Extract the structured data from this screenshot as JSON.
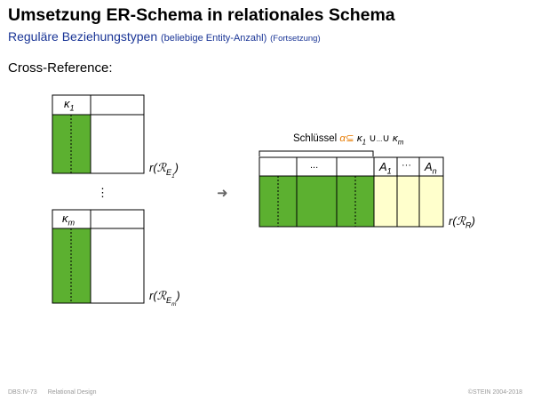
{
  "title": "Umsetzung ER-Schema in relationales Schema",
  "subtitle": {
    "main": "Reguläre Beziehungstypen",
    "paren": "(beliebige Entity-Anzahl)",
    "cont": "(Fortsetzung)"
  },
  "section_label": "Cross-Reference:",
  "left_tables": [
    {
      "header": "κ",
      "header_sub": "1",
      "rel": "r(ℛ",
      "rel_sub": "E",
      "rel_subsub": "1",
      "rel_close": ")"
    },
    {
      "header": "κ",
      "header_sub": "m",
      "rel": "r(ℛ",
      "rel_sub": "E",
      "rel_subsub": "m",
      "rel_close": ")"
    }
  ],
  "vertical_dots": "⋮",
  "arrow": "➜",
  "key_label": {
    "text": "Schlüssel",
    "alpha": "α",
    "subset": "⊆",
    "kappa1": "κ",
    "kappa1_sub": "1",
    "union1": "∪",
    "dots": "...",
    "union2": "∪",
    "kappam": "κ",
    "kappam_sub": "m"
  },
  "right_table": {
    "header_dots": "...",
    "attr1": "A",
    "attr1_sub": "1",
    "attr_dots": "···",
    "attrn": "A",
    "attrn_sub": "n",
    "rel": "r(ℛ",
    "rel_sub": "R",
    "rel_close": ")"
  },
  "footer": {
    "left1": "DBS:IV-73",
    "left2": "Relational Design",
    "right": "©STEIN 2004-2018"
  },
  "colors": {
    "green": "#5cb030",
    "yellow": "#ffffcc",
    "subtitle_blue": "#1a3596",
    "alpha_orange": "#e87b00"
  }
}
